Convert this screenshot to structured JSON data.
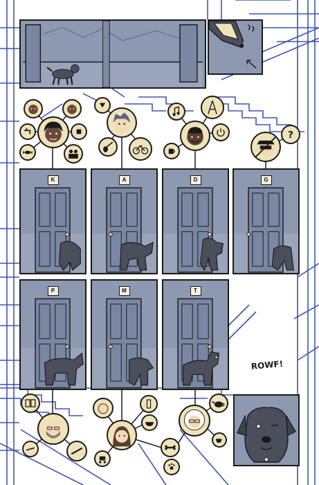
{
  "doors": {
    "row1": [
      "K",
      "A",
      "D",
      "G"
    ],
    "row2": [
      "P",
      "M",
      "T"
    ]
  },
  "sound_effect": "ROWF!",
  "colors": {
    "panel_blue": "#8d99b1",
    "door_blue": "#7a87a3",
    "icon_cream": "#efe4b9",
    "stair_line": "#3c55b8",
    "ink": "#1a1a1a"
  }
}
